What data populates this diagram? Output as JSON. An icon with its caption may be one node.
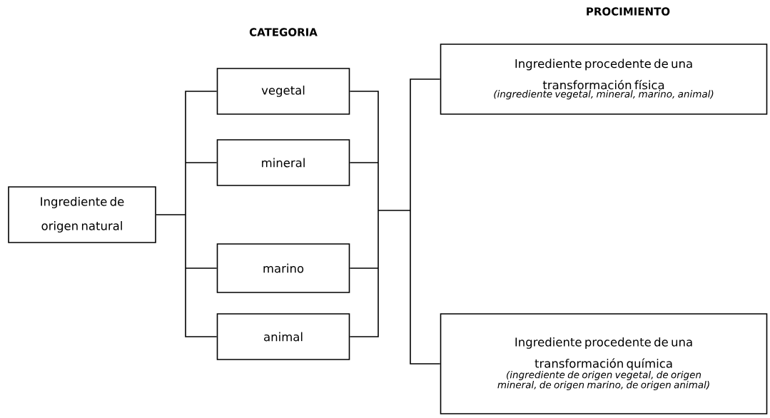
{
  "diagram": {
    "nodes": [
      {
        "text": [
          "Ingrediente de origen natural"
        ]
      },
      {
        "text": [
          "vegetal"
        ]
      },
      {
        "text": [
          "mineral"
        ]
      },
      {
        "text": [
          "marino"
        ]
      },
      {
        "text": [
          "animal"
        ]
      },
      {
        "text": [
          "Ingrediente procedente de una transformación física",
          "(ingrediente vegetal, mineral, marino, animal)"
        ]
      },
      {
        "text": [
          "Ingrediente procedente de una transformación química",
          "(ingrediente de origen vegetal, de origen mineral, de origen marino, de origen animal)"
        ]
      }
    ],
    "edges": [
      {
        "from": 0,
        "to": 1,
        "arrow": "none"
      },
      {
        "from": 0,
        "to": 2,
        "arrow": "none"
      },
      {
        "from": 0,
        "to": 3,
        "arrow": "none"
      },
      {
        "from": 0,
        "to": 4,
        "arrow": "none"
      },
      {
        "from": 1,
        "to": 5,
        "arrow": "none"
      },
      {
        "from": 2,
        "to": 5,
        "arrow": "none"
      },
      {
        "from": 3,
        "to": 5,
        "arrow": "none"
      },
      {
        "from": 4,
        "to": 5,
        "arrow": "none"
      },
      {
        "from": 1,
        "to": 6,
        "arrow": "none"
      },
      {
        "from": 2,
        "to": 6,
        "arrow": "none"
      },
      {
        "from": 3,
        "to": 6,
        "arrow": "none"
      },
      {
        "from": 4,
        "to": 6,
        "arrow": "none"
      }
    ],
    "labels": [
      "CATEGORIA",
      "PROCIMIENTO"
    ]
  }
}
